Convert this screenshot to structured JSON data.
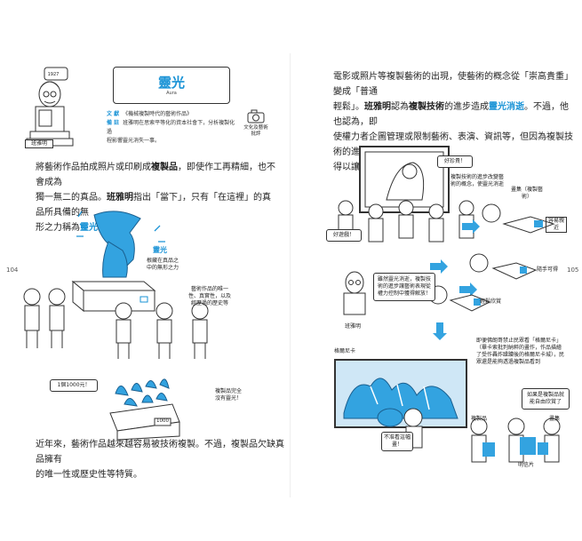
{
  "left": {
    "page_number": "104",
    "title": "靈光",
    "title_en": "Aura",
    "portrait_label": "班雅明",
    "speech_year": "1927",
    "meta": {
      "text_label": "文 獻",
      "text_value": "《機械複製時代的藝術作品》",
      "note_label": "備 註",
      "note_value_1": "班雅明在思索平等化的資本社會下",
      "note_value_2": "，分析複製化過",
      "note_value_3": "程影響靈光消失一事。"
    },
    "badge": "文化及藝術批評",
    "para1": {
      "l1a": "將藝術作品拍成照片或印刷成",
      "l1b": "複製品",
      "l1c": "，即使作工再精細，也不會成為",
      "l2a": "獨一無二的真品。",
      "l2b": "班雅明",
      "l2c": "指出「當下」，只有「在這裡」的真品所具備的無",
      "l3a": "形之力稱為",
      "l3b": "靈光",
      "l3c": "。"
    },
    "aura_title": "靈光",
    "aura_desc": "根藏在真品之中的無形之力",
    "history_note": "藝術作品的唯一性、真實性，以及經歷過的歷史等",
    "price_tag": "1個1000元！",
    "replica_note": "複製品完全沒有靈光！",
    "box_tag": "1000",
    "para2": {
      "l1": "近年來，藝術作品越來越容易被技術複製。不過，複製品欠缺真品擁有",
      "l2": "的唯一性或歷史性等特質。"
    }
  },
  "right": {
    "page_number": "105",
    "para1": {
      "l1": "電影或照片等複製藝術的出現，使藝術的概念從「崇高貴重」變成「普通",
      "l2a": "輕鬆」。",
      "l2b": "班雅明",
      "l2c": "認為",
      "l2d": "複製技術",
      "l2e": "的進步造成",
      "l2f": "靈光消逝",
      "l2g": "。不過，他也認為，即",
      "l3": "使權力者企圖管理或限制藝術、表演、資訊等，但因為複製技術的進步，",
      "l4": "得以讓藝術或表演擺脫權力。"
    },
    "bubble_nice": "好珍貴！",
    "bubble_good": "好遊戲！",
    "tech_note": "複製技術的進步改變藝術的概念，使靈光消逝",
    "book_label": "畫集（複製藝術）",
    "easy_label": "容易親近",
    "cheap_label": "隨手可得",
    "friendly_label": "輕鬆欣賞",
    "benjamin_note": "雖然靈光消逝，複製技術的進步讓藝術表現從權力控制中獲得解放！",
    "benjamin_label": "班雅明",
    "guernica_label": "格爾尼卡",
    "guernica_note": "即便佛朗哥禁止民眾看「格爾尼卡」（畢卡索批判納粹的畫作，作品描繪了受作轟炸蹂躪後的格爾尼卡城），民眾還是能夠透過複製品看到",
    "not_allowed": "不准看這幅畫！",
    "replica_view": "如果是複製品就能自由欣賞了",
    "replica_label": "複製品",
    "album_label": "畫集",
    "postcard_label": "明信片"
  }
}
